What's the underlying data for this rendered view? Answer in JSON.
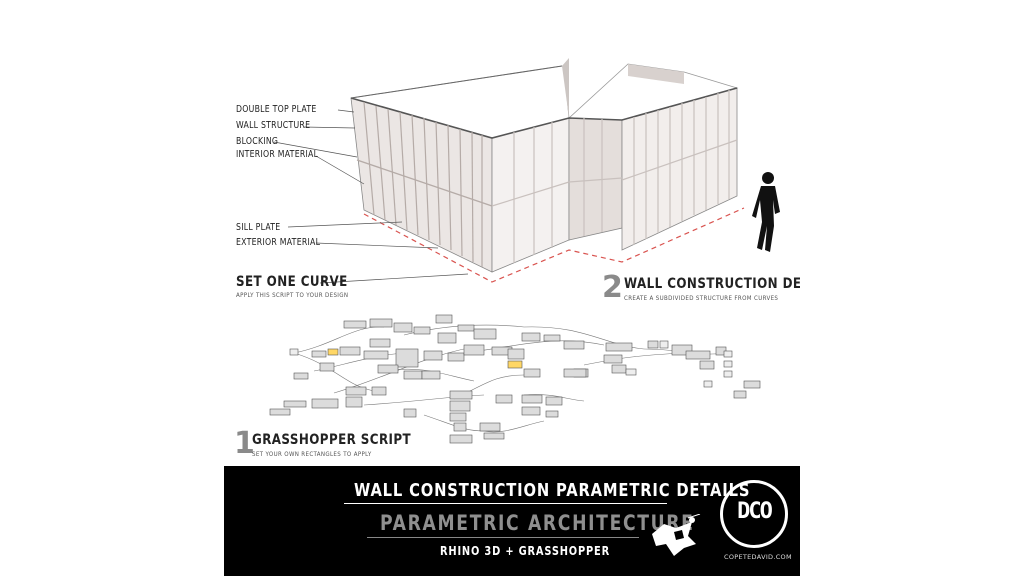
{
  "callouts": {
    "double_top_plate": "DOUBLE TOP PLATE",
    "wall_structure": "WALL STRUCTURE",
    "blocking": "BLOCKING",
    "interior_material": "INTERIOR MATERIAL",
    "sill_plate": "SILL PLATE",
    "exterior_material": "EXTERIOR MATERIAL"
  },
  "set_curve": {
    "title": "SET ONE CURVE",
    "subtitle": "APPLY THIS SCRIPT TO YOUR DESIGN"
  },
  "wall_details": {
    "number": "2",
    "title": "WALL CONSTRUCTION DETAILS",
    "subtitle": "CREATE A SUBDIVIDED STRUCTURE FROM CURVES"
  },
  "grasshopper": {
    "number": "1",
    "title": "GRASSHOPPER SCRIPT",
    "subtitle": "SET YOUR OWN RECTANGLES TO APPLY"
  },
  "footer": {
    "title": "WALL CONSTRUCTION PARAMETRIC DETAILS",
    "subtitle": "PARAMETRIC ARCHITECTURE",
    "tools": "RHINO 3D + GRASSHOPPER",
    "logo_text": "DCO",
    "site": "COPETEDAVID.COM"
  },
  "colors": {
    "curve_dash": "#d9534f",
    "footer_bg": "#000000",
    "wall_face": "#f2eeec",
    "wall_shade": "#ddd6d3"
  }
}
